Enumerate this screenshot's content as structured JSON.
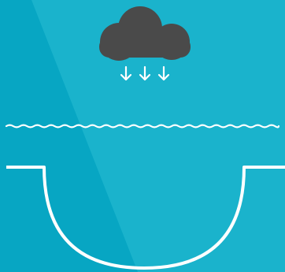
{
  "palette": {
    "background": "#1ab3cc",
    "background_shade": "#07a6c3",
    "cloud": "#4a4a4a",
    "line": "#ffffff"
  },
  "icons": {
    "cloud": "cloud-icon",
    "rain": "down-arrow-icon",
    "water_surface": "wave-line",
    "basin": "basin-outline"
  },
  "rain_arrow_count": 3
}
